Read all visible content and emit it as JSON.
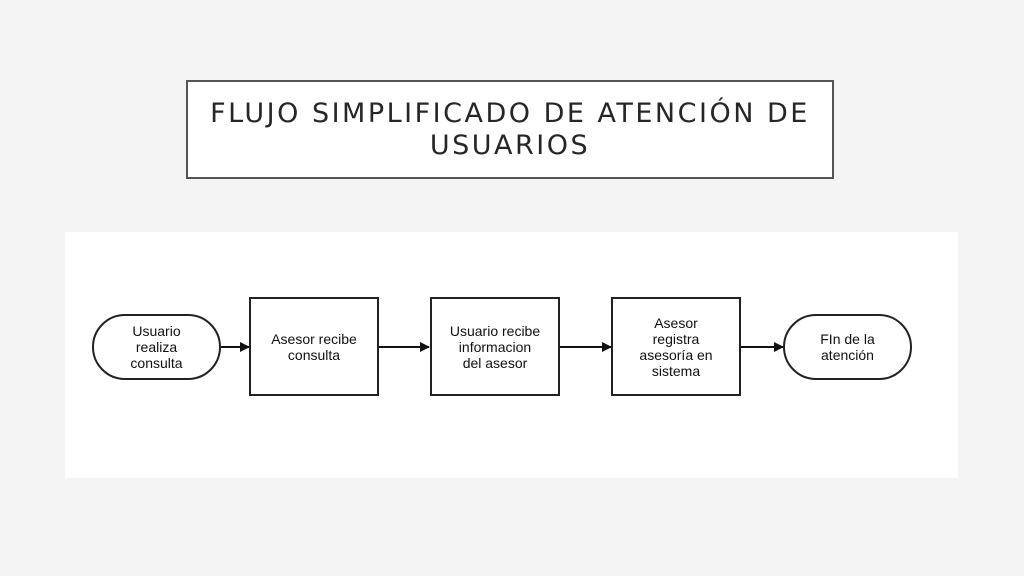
{
  "title": {
    "lines": [
      "FLUJO SIMPLIFICADO DE ATENCIÓN DE",
      "USUARIOS"
    ]
  },
  "flow": {
    "nodes": [
      {
        "label": "Usuario\nrealiza\nconsulta",
        "shape": "rounded"
      },
      {
        "label": "Asesor recibe\nconsulta",
        "shape": "rectangle"
      },
      {
        "label": "Usuario recibe\ninformacion\ndel asesor",
        "shape": "rectangle"
      },
      {
        "label": "Asesor\nregistra\nasesoría en\nsistema",
        "shape": "rectangle"
      },
      {
        "label": "FIn de la\natención",
        "shape": "rounded"
      }
    ]
  }
}
